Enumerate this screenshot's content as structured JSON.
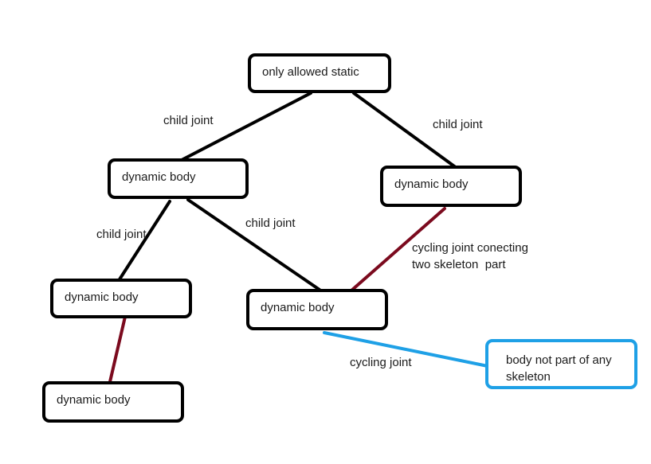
{
  "nodes": {
    "root": "only allowed static",
    "left_body": "dynamic body",
    "right_body": "dynamic body",
    "left_left_body": "dynamic body",
    "middle_body": "dynamic body",
    "bottom_body": "dynamic body",
    "free_body": "body not part of any skeleton"
  },
  "edge_labels": {
    "root_left": "child joint",
    "root_right": "child joint",
    "left_left": "child joint",
    "left_middle": "child joint",
    "cycling_skeleton": "cycling joint conecting\ntwo skeleton  part",
    "cycling_free": "cycling joint"
  },
  "colors": {
    "child_joint": "#000000",
    "cycling_joint": "#7b0a1e",
    "free_cycling_joint": "#1ea0e6",
    "node_border": "#000000",
    "free_node_border": "#1ea0e6"
  }
}
